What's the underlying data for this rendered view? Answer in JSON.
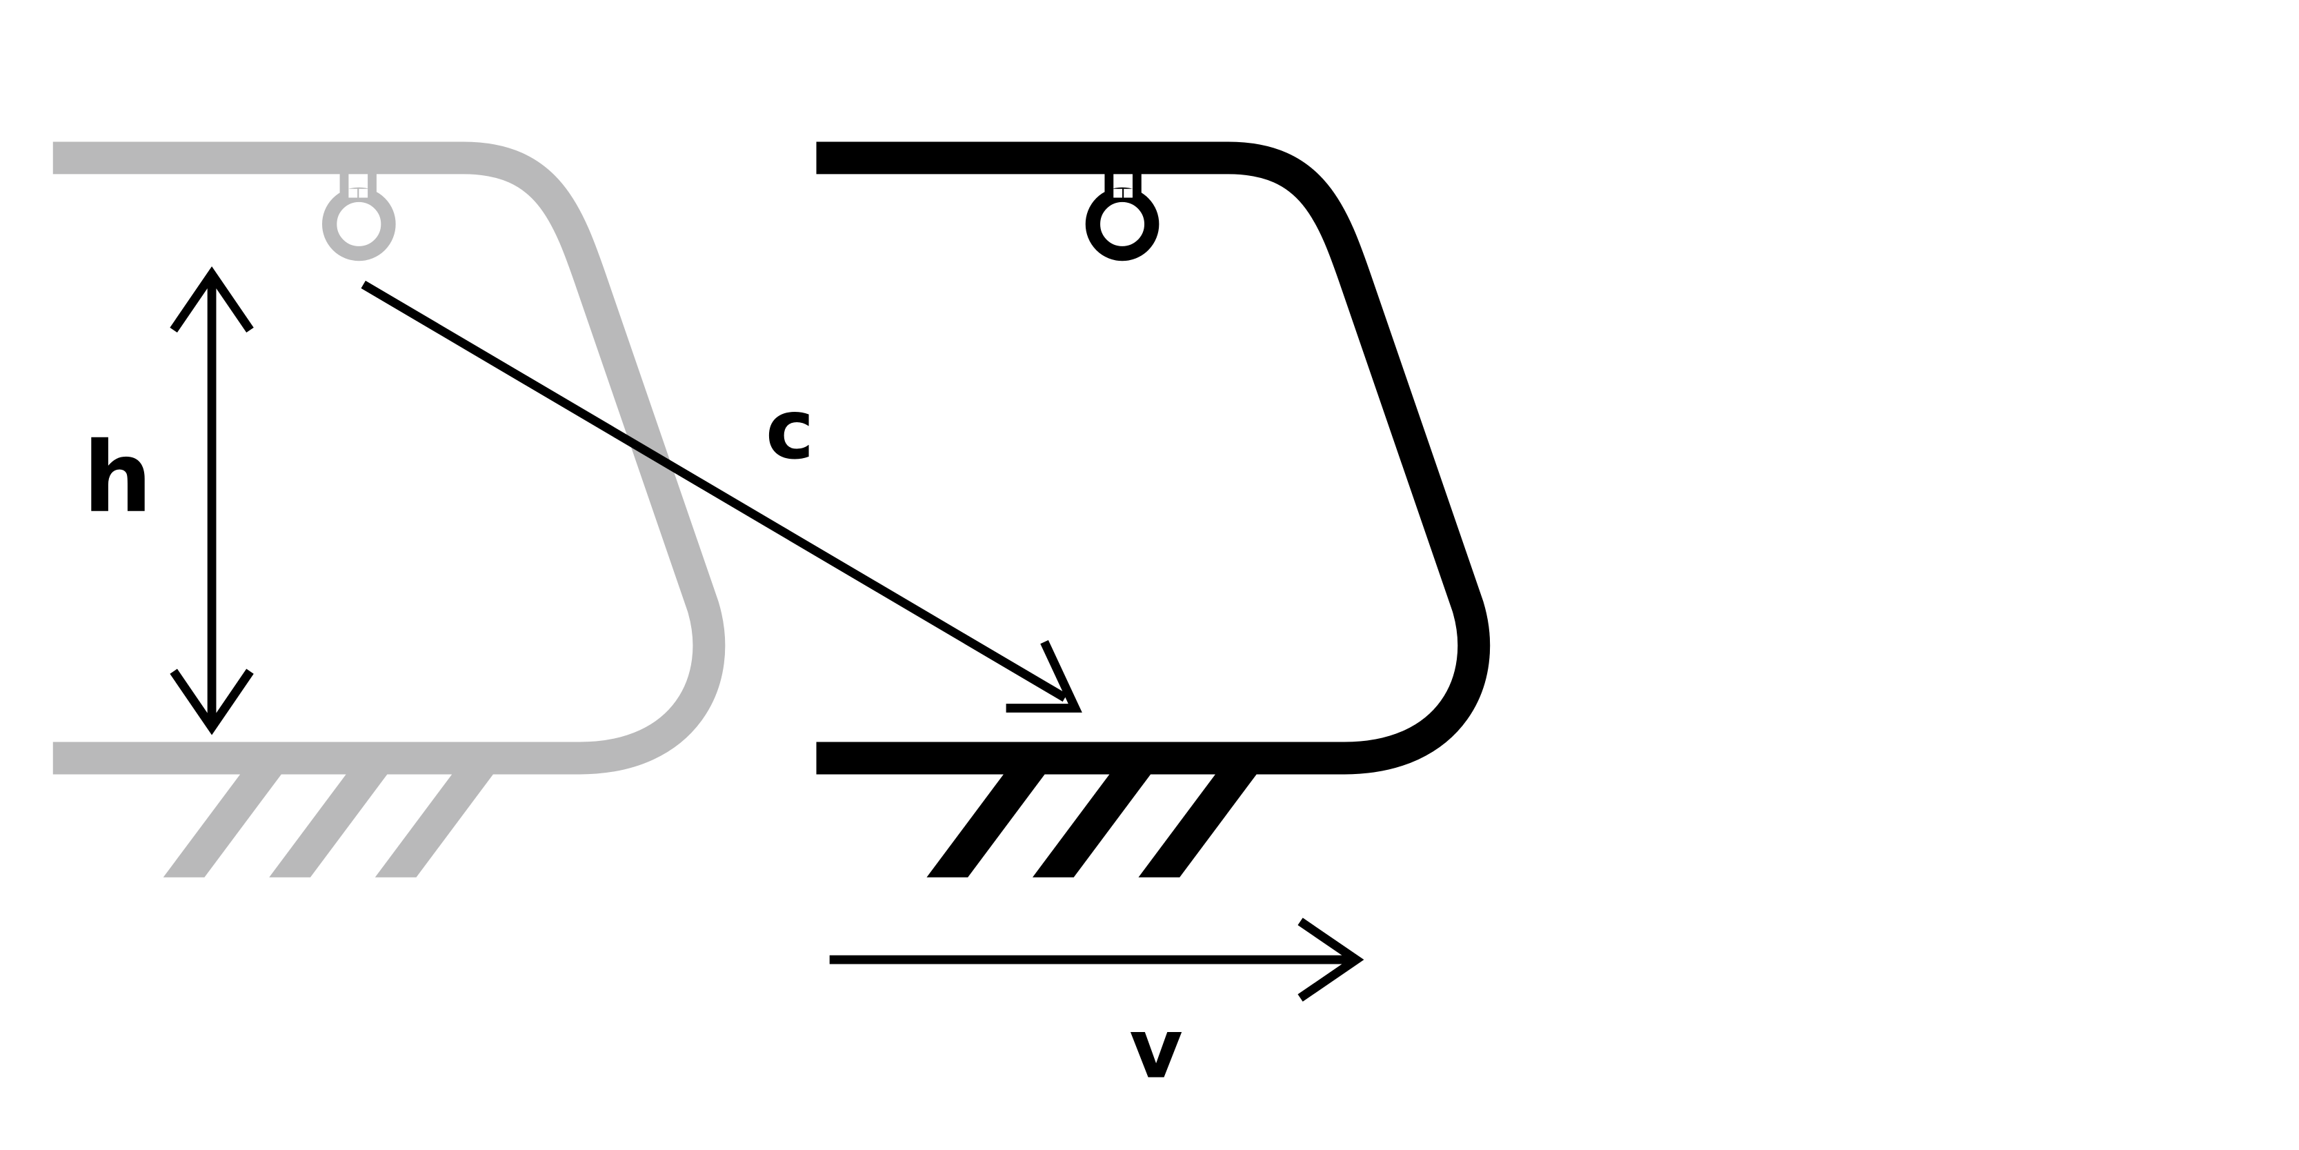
{
  "labels": {
    "height": "h",
    "light_speed": "c",
    "velocity": "v"
  },
  "colors": {
    "ghost_frame": "#b9b9ba",
    "moving_frame": "#000000",
    "arrows": "#000000"
  },
  "icons": {
    "light_source": "light-bulb-icon",
    "ground": "hatch-ground-icon"
  }
}
